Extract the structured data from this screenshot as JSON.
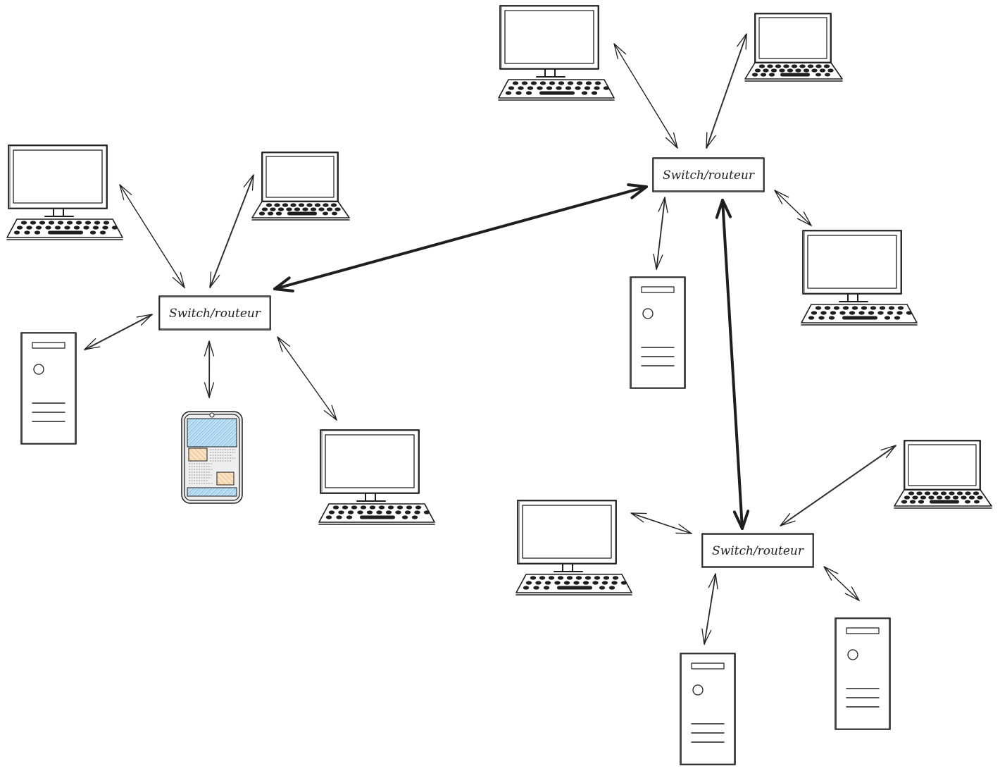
{
  "diagram": {
    "background": "#ffffff",
    "ink_color": "#1e1e1e",
    "nodes": [
      {
        "id": "sw1",
        "type": "switch",
        "label": "Switch/routeur"
      },
      {
        "id": "sw2",
        "type": "switch",
        "label": "Switch/routeur"
      },
      {
        "id": "sw3",
        "type": "switch",
        "label": "Switch/routeur"
      },
      {
        "id": "d1",
        "type": "desktop",
        "icon": "desktop-computer-icon"
      },
      {
        "id": "d2",
        "type": "laptop",
        "icon": "laptop-icon"
      },
      {
        "id": "d3",
        "type": "tower",
        "icon": "server-tower-icon"
      },
      {
        "id": "d4",
        "type": "phone",
        "icon": "smartphone-icon",
        "screen_color": "#a5d8ff",
        "card_color": "#ffd8a8"
      },
      {
        "id": "d5",
        "type": "desktop",
        "icon": "desktop-computer-icon"
      },
      {
        "id": "d6",
        "type": "desktop",
        "icon": "desktop-computer-icon"
      },
      {
        "id": "d7",
        "type": "laptop",
        "icon": "laptop-icon"
      },
      {
        "id": "d8",
        "type": "tower",
        "icon": "server-tower-icon"
      },
      {
        "id": "d9",
        "type": "desktop",
        "icon": "desktop-computer-icon"
      },
      {
        "id": "d10",
        "type": "desktop",
        "icon": "desktop-computer-icon"
      },
      {
        "id": "d11",
        "type": "laptop",
        "icon": "laptop-icon"
      },
      {
        "id": "d12",
        "type": "tower",
        "icon": "server-tower-icon"
      },
      {
        "id": "d13",
        "type": "tower",
        "icon": "server-tower-icon"
      }
    ],
    "edges": [
      {
        "from": "sw1",
        "to": "sw2",
        "style": "bold",
        "bidirectional": true
      },
      {
        "from": "sw2",
        "to": "sw3",
        "style": "bold",
        "bidirectional": true
      },
      {
        "from": "sw1",
        "to": "d1",
        "style": "thin",
        "bidirectional": true
      },
      {
        "from": "sw1",
        "to": "d2",
        "style": "thin",
        "bidirectional": true
      },
      {
        "from": "sw1",
        "to": "d3",
        "style": "thin",
        "bidirectional": true
      },
      {
        "from": "sw1",
        "to": "d4",
        "style": "thin",
        "bidirectional": true
      },
      {
        "from": "sw1",
        "to": "d5",
        "style": "thin",
        "bidirectional": true
      },
      {
        "from": "sw2",
        "to": "d6",
        "style": "thin",
        "bidirectional": true
      },
      {
        "from": "sw2",
        "to": "d7",
        "style": "thin",
        "bidirectional": true
      },
      {
        "from": "sw2",
        "to": "d8",
        "style": "thin",
        "bidirectional": true
      },
      {
        "from": "sw2",
        "to": "d9",
        "style": "thin",
        "bidirectional": true
      },
      {
        "from": "sw3",
        "to": "d10",
        "style": "thin",
        "bidirectional": true
      },
      {
        "from": "sw3",
        "to": "d11",
        "style": "thin",
        "bidirectional": true
      },
      {
        "from": "sw3",
        "to": "d12",
        "style": "thin",
        "bidirectional": true
      },
      {
        "from": "sw3",
        "to": "d13",
        "style": "thin",
        "bidirectional": true
      }
    ]
  }
}
